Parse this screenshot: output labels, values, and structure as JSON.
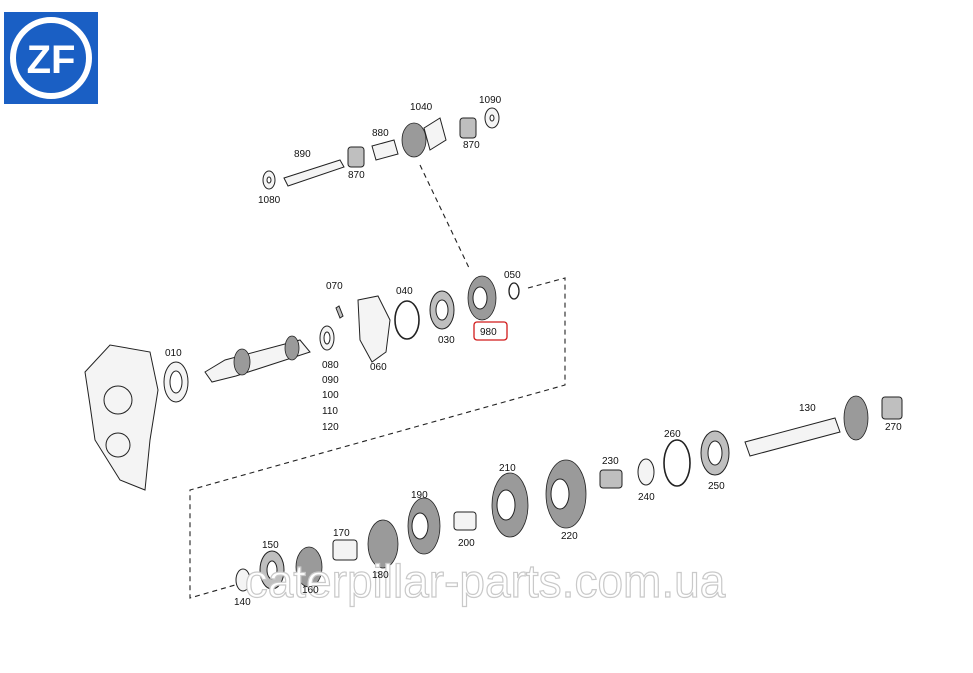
{
  "logo": {
    "text": "ZF",
    "bg_color": "#1a5fc4",
    "fg_color": "#ffffff"
  },
  "highlight": {
    "label": "980",
    "color": "#d11a1a"
  },
  "labels": {
    "p1040": "1040",
    "p1090": "1090",
    "p880": "880",
    "p890": "890",
    "p870a": "870",
    "p870b": "870",
    "p1080": "1080",
    "p070": "070",
    "p050": "050",
    "p040": "040",
    "p030": "030",
    "p060": "060",
    "p010": "010",
    "p080": "080",
    "p090": "090",
    "p100": "100",
    "p110": "110",
    "p120": "120",
    "p130": "130",
    "p270": "270",
    "p260": "260",
    "p250": "250",
    "p240": "240",
    "p230": "230",
    "p210": "210",
    "p220": "220",
    "p190": "190",
    "p200": "200",
    "p170": "170",
    "p180": "180",
    "p150": "150",
    "p160": "160",
    "p140": "140"
  },
  "watermark": "caterpillar-parts.com.ua"
}
